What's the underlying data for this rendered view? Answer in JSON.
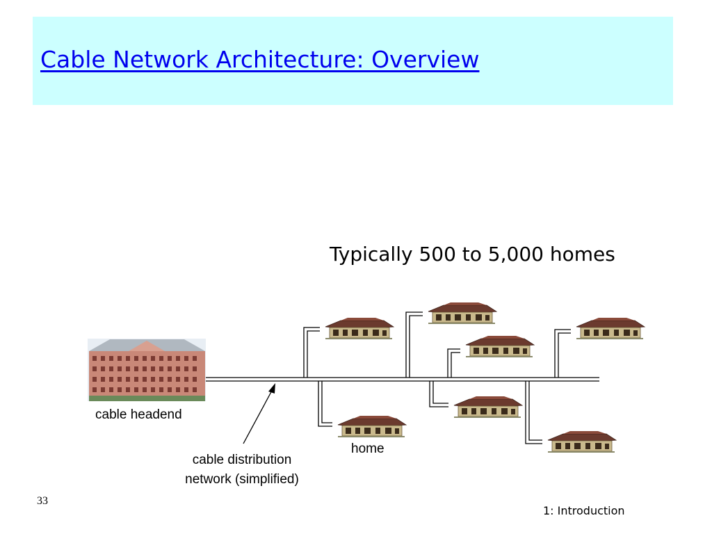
{
  "slide": {
    "title": "Cable Network Architecture: Overview",
    "subtitle": "Typically 500 to 5,000 homes",
    "slide_number": "33",
    "footer": "1: Introduction"
  },
  "labels": {
    "headend": "cable headend",
    "home": "home",
    "distribution_line1": "cable distribution",
    "distribution_line2": "network (simplified)"
  },
  "colors": {
    "title_band": "#ccffff",
    "title_text": "#0000ee"
  },
  "icons": [
    "headend-building-icon",
    "house-icon"
  ]
}
